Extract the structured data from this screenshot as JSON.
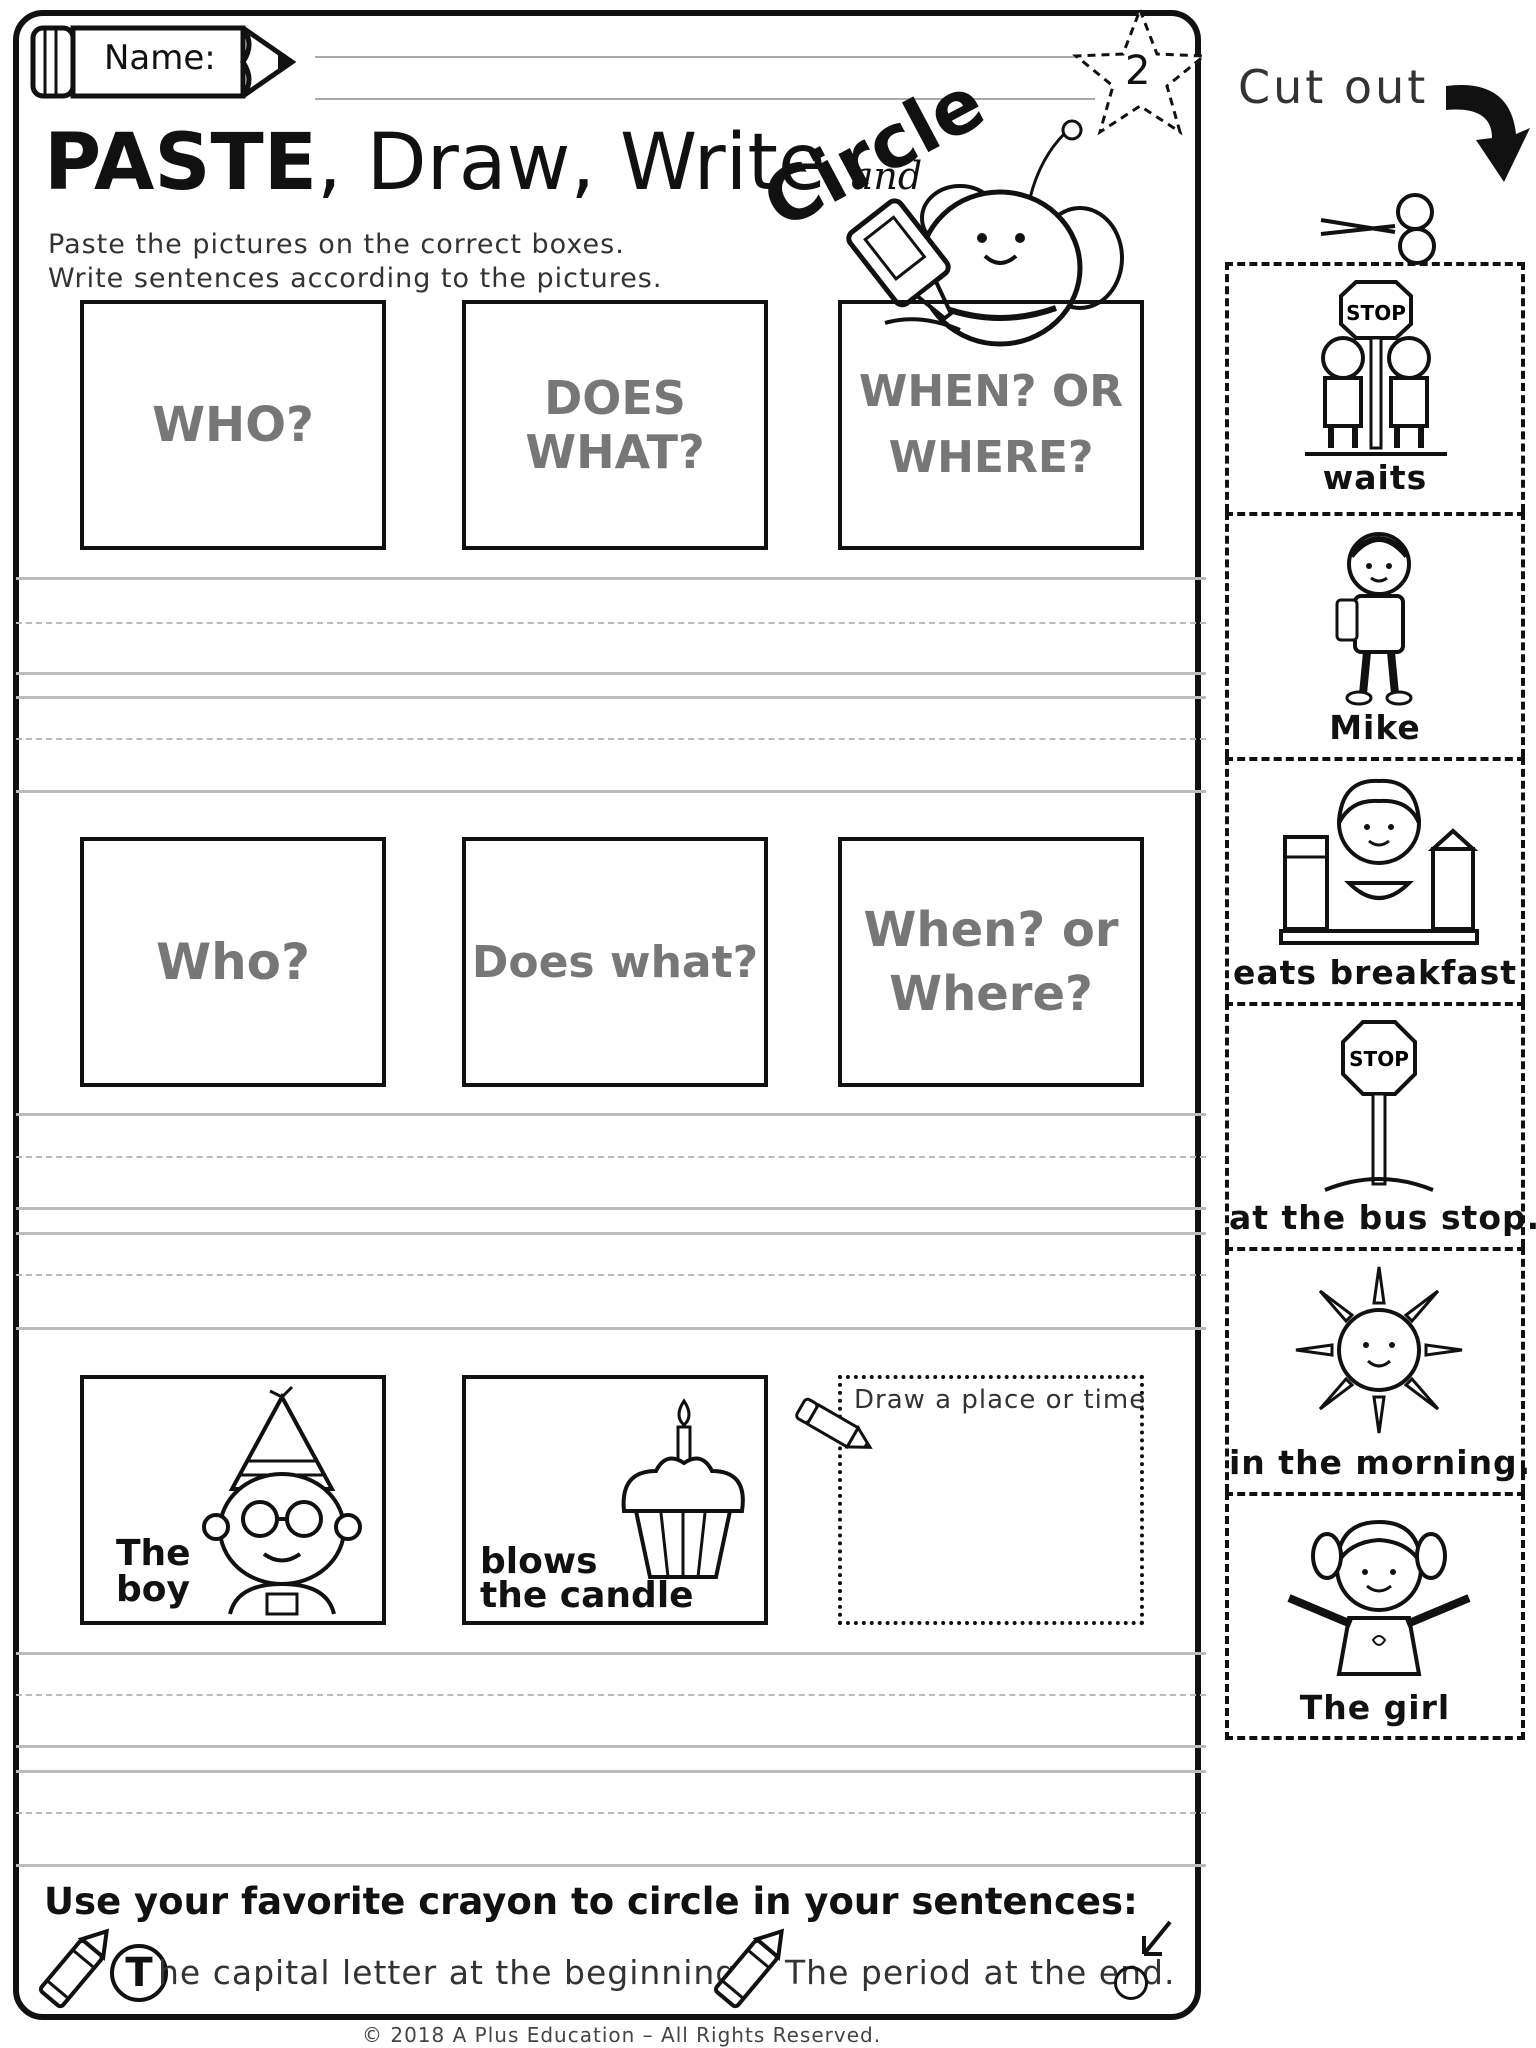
{
  "header": {
    "name_label": "Name:",
    "page_number": "2",
    "cut_out_label": "Cut out"
  },
  "title": {
    "paste": "PASTE",
    "draw": ", Draw,",
    "write": "Write",
    "and": "and",
    "circle": "Circle"
  },
  "instructions": {
    "line1": "Paste the pictures on the correct boxes.",
    "line2": "Write sentences according to the pictures."
  },
  "row1": {
    "box1": "WHO?",
    "box2": "DOES WHAT?",
    "box3_line1": "WHEN? OR",
    "box3_line2": "WHERE?"
  },
  "row2": {
    "box1": "Who?",
    "box2": "Does what?",
    "box3_line1": "When? or",
    "box3_line2": "Where?"
  },
  "row3": {
    "box1_line1": "The",
    "box1_line2": "boy",
    "box2_line1": "blows",
    "box2_line2": "the candle",
    "draw_prompt": "Draw a place or time"
  },
  "cutouts": [
    {
      "label": "waits",
      "icon": "kids-at-stop-sign-icon"
    },
    {
      "label": "Mike",
      "icon": "boy-with-backpack-icon"
    },
    {
      "label": "eats breakfast",
      "icon": "girl-eating-breakfast-icon"
    },
    {
      "label": "at the bus stop.",
      "icon": "stop-sign-icon"
    },
    {
      "label": "in the morning.",
      "icon": "sun-icon"
    },
    {
      "label": "The girl",
      "icon": "happy-girl-icon"
    }
  ],
  "stop_text": "STOP",
  "footer": {
    "title": "Use your favorite crayon to circle in your sentences:",
    "capital_letter": "T",
    "item1_rest": "he capital letter at the beginning",
    "item2": "The period at the end."
  },
  "copyright": "© 2018 A Plus Education – All Rights Reserved."
}
